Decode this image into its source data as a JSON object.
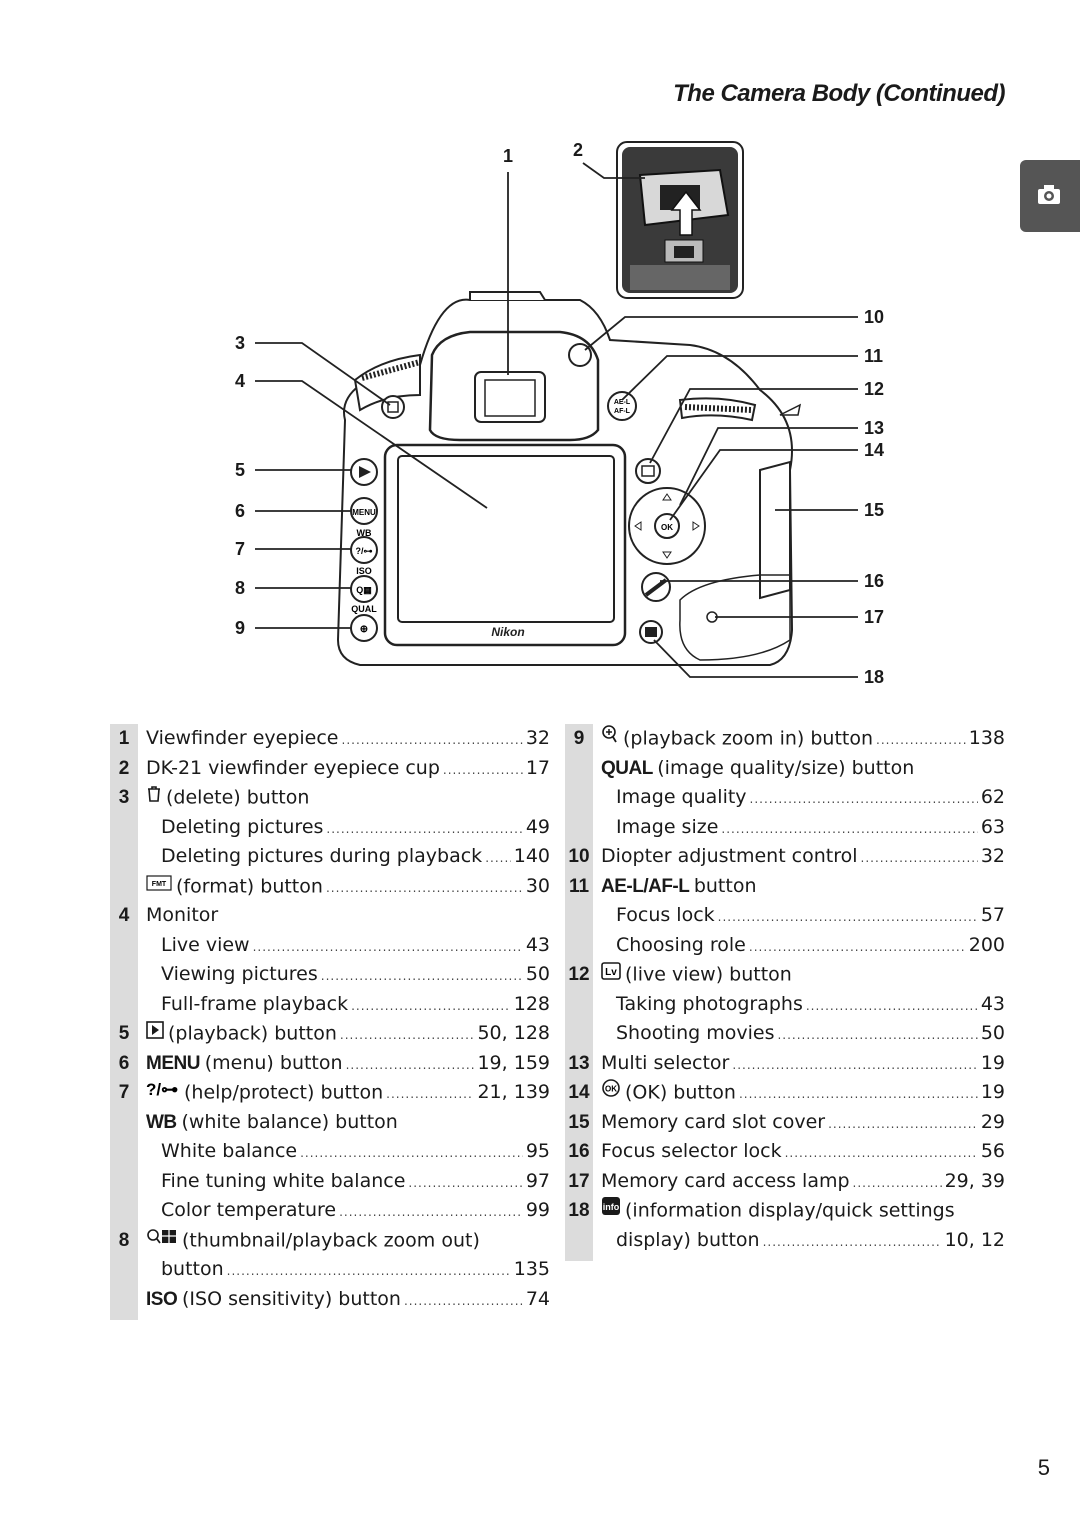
{
  "header": {
    "title": "The Camera Body (Continued)"
  },
  "side_tab": {
    "icon": "camera-section-icon"
  },
  "diagram": {
    "brand": "Nikon",
    "button_labels": {
      "wb": "WB",
      "iso": "ISO",
      "qual": "QUAL",
      "ael": "AE-L",
      "afl": "AF-L",
      "ok": "OK"
    },
    "callouts": [
      "1",
      "2",
      "3",
      "4",
      "5",
      "6",
      "7",
      "8",
      "9",
      "10",
      "11",
      "12",
      "13",
      "14",
      "15",
      "16",
      "17",
      "18"
    ]
  },
  "left_list": [
    {
      "num": "1",
      "text": "Viewfinder eyepiece",
      "page": "32",
      "level": 0
    },
    {
      "num": "2",
      "text": "DK-21 viewfinder eyepiece cup",
      "page": "17",
      "level": 0
    },
    {
      "num": "3",
      "icon": "trash-icon",
      "text": "(delete) button",
      "page": "",
      "level": 0
    },
    {
      "num": "",
      "text": "Deleting pictures",
      "page": "49",
      "level": 1
    },
    {
      "num": "",
      "text": "Deleting pictures during playback",
      "page": "140",
      "level": 1
    },
    {
      "num": "",
      "icon": "format-icon",
      "text": "(format) button",
      "page": "30",
      "level": 0
    },
    {
      "num": "4",
      "text": "Monitor",
      "page": "",
      "level": 0
    },
    {
      "num": "",
      "text": "Live view",
      "page": "43",
      "level": 1
    },
    {
      "num": "",
      "text": "Viewing pictures",
      "page": "50",
      "level": 1
    },
    {
      "num": "",
      "text": "Full-frame playback",
      "page": "128",
      "level": 1
    },
    {
      "num": "5",
      "icon": "playback-icon",
      "text": "(playback) button",
      "page": "50, 128",
      "level": 0
    },
    {
      "num": "6",
      "prefix": "MENU",
      "text": "(menu) button",
      "page": "19, 159",
      "level": 0
    },
    {
      "num": "7",
      "icon": "help-protect-icon",
      "text": "(help/protect) button",
      "page": "21, 139",
      "level": 0
    },
    {
      "num": "",
      "prefix": "WB",
      "text": "(white balance) button",
      "page": "",
      "level": 0
    },
    {
      "num": "",
      "text": "White balance",
      "page": "95",
      "level": 1
    },
    {
      "num": "",
      "text": "Fine tuning white balance",
      "page": "97",
      "level": 1
    },
    {
      "num": "",
      "text": "Color temperature",
      "page": "99",
      "level": 1
    },
    {
      "num": "8",
      "icon": "thumbnail-zoom-out-icon",
      "text": "(thumbnail/playback zoom out)",
      "page": "",
      "level": 0
    },
    {
      "num": "",
      "text": "button",
      "page": "135",
      "level": 1
    },
    {
      "num": "",
      "prefix": "ISO",
      "text": "(ISO sensitivity) button",
      "page": "74",
      "level": 0
    }
  ],
  "right_list": [
    {
      "num": "9",
      "icon": "zoom-in-icon",
      "text": "(playback zoom in) button",
      "page": "138",
      "level": 0
    },
    {
      "num": "",
      "prefix": "QUAL",
      "text": "(image quality/size) button",
      "page": "",
      "level": 0
    },
    {
      "num": "",
      "text": "Image quality",
      "page": "62",
      "level": 1
    },
    {
      "num": "",
      "text": "Image size",
      "page": "63",
      "level": 1
    },
    {
      "num": "10",
      "text": "Diopter adjustment control",
      "page": "32",
      "level": 0
    },
    {
      "num": "11",
      "prefix": "AE-L/AF-L",
      "text": "button",
      "page": "",
      "level": 0
    },
    {
      "num": "",
      "text": "Focus lock",
      "page": "57",
      "level": 1
    },
    {
      "num": "",
      "text": "Choosing role",
      "page": "200",
      "level": 1
    },
    {
      "num": "12",
      "icon": "live-view-icon",
      "text": "(live view) button",
      "page": "",
      "level": 0
    },
    {
      "num": "",
      "text": "Taking photographs",
      "page": "43",
      "level": 1
    },
    {
      "num": "",
      "text": "Shooting movies",
      "page": "50",
      "level": 1
    },
    {
      "num": "13",
      "text": "Multi selector",
      "page": "19",
      "level": 0
    },
    {
      "num": "14",
      "icon": "ok-icon",
      "text": "(OK) button",
      "page": "19",
      "level": 0
    },
    {
      "num": "15",
      "text": "Memory card slot cover",
      "page": "29",
      "level": 0
    },
    {
      "num": "16",
      "text": "Focus selector lock",
      "page": "56",
      "level": 0
    },
    {
      "num": "17",
      "text": "Memory card access lamp",
      "page": "29, 39",
      "level": 0
    },
    {
      "num": "18",
      "icon": "info-icon",
      "text": "(information display/quick settings",
      "page": "",
      "level": 0
    },
    {
      "num": "",
      "text": "display) button",
      "page": "10, 12",
      "level": 1
    }
  ],
  "footer": {
    "page_number": "5"
  }
}
